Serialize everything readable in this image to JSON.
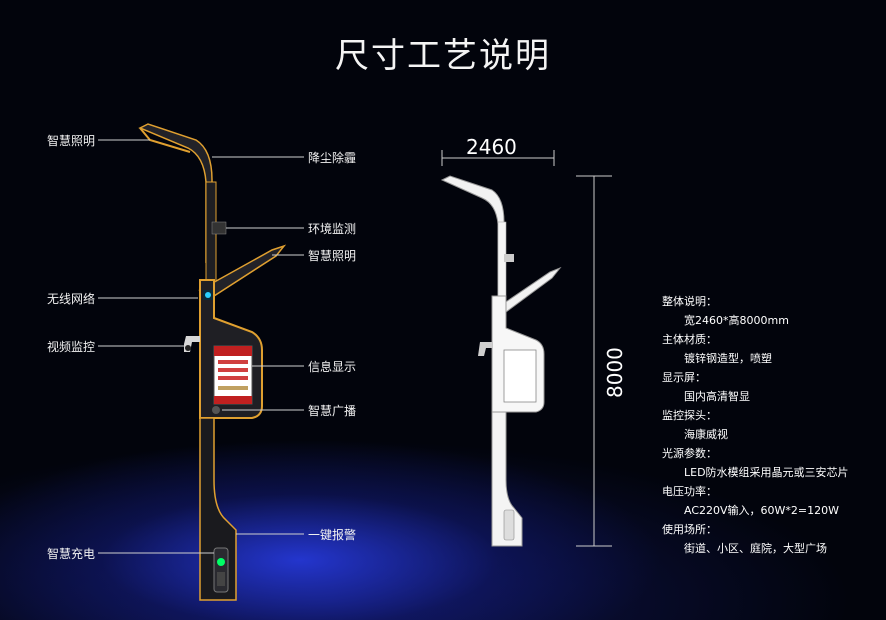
{
  "title": "尺寸工艺说明",
  "labels_left": {
    "lighting": "智慧照明",
    "wifi": "无线网络",
    "camera": "视频监控",
    "charging": "智慧充电"
  },
  "labels_right": {
    "dust": "降尘除霾",
    "environment": "环境监测",
    "lighting2": "智慧照明",
    "screen": "信息显示",
    "broadcast": "智慧广播",
    "alarm": "一键报警"
  },
  "dimensions": {
    "width": "2460",
    "height": "8000"
  },
  "specs": [
    {
      "heading": "整体说明：",
      "value": "宽2460*高8000mm"
    },
    {
      "heading": "主体材质：",
      "value": "镀锌钢造型，喷塑"
    },
    {
      "heading": "显示屏：",
      "value": "国内高清智显"
    },
    {
      "heading": "监控探头：",
      "value": "海康威视"
    },
    {
      "heading": "光源参数：",
      "value": "LED防水模组采用晶元或三安芯片"
    },
    {
      "heading": "电压功率：",
      "value": "AC220V输入，60W*2=120W"
    },
    {
      "heading": "使用场所：",
      "value": "街道、小区、庭院，大型广场"
    }
  ],
  "colors": {
    "accent": "#e0a030",
    "pole": "#1e1e22",
    "background": "#02040c"
  }
}
